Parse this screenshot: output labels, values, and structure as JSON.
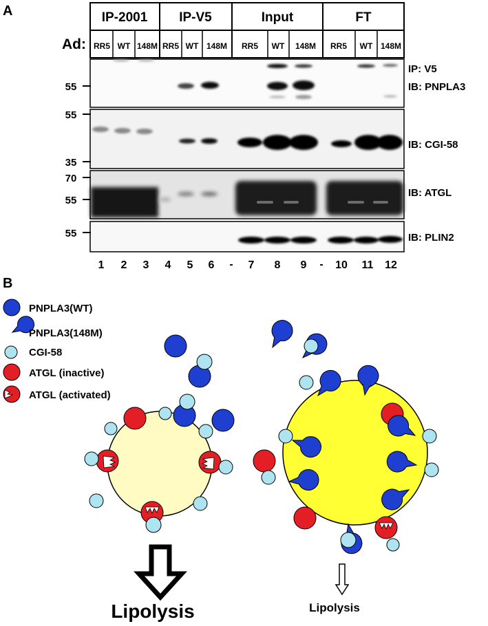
{
  "panel_a": {
    "label": "A",
    "groups": [
      "IP-2001",
      "IP-V5",
      "Input",
      "FT"
    ],
    "ad_label": "Ad:",
    "lanes": [
      "RR5",
      "WT",
      "148M",
      "RR5",
      "WT",
      "148M",
      "RR5",
      "WT",
      "148M",
      "RR5",
      "WT",
      "148M"
    ],
    "lane_numbers": [
      "1",
      "2",
      "3",
      "4",
      "5",
      "6",
      "-",
      "7",
      "8",
      "9",
      "-",
      "10",
      "11",
      "12"
    ],
    "blots": [
      {
        "right_labels": [
          "IP: V5",
          "IB: PNPLA3"
        ],
        "markers": [
          "55"
        ]
      },
      {
        "right_labels": [
          "IB: CGI-58"
        ],
        "markers": [
          "55",
          "35"
        ]
      },
      {
        "right_labels": [
          "IB: ATGL"
        ],
        "markers": [
          "70",
          "55"
        ]
      },
      {
        "right_labels": [
          "IB: PLIN2"
        ],
        "markers": [
          "55"
        ]
      }
    ]
  },
  "panel_b": {
    "label": "B",
    "legend": [
      {
        "shape": "blue-circle",
        "label": "PNPLA3(WT)"
      },
      {
        "shape": "blue-pacman",
        "label": "PNPLA3(148M)"
      },
      {
        "shape": "lightblue-circle",
        "label": "CGI-58"
      },
      {
        "shape": "red-circle",
        "label": "ATGL (inactive)"
      },
      {
        "shape": "red-pacman",
        "label": "ATGL (activated)"
      }
    ],
    "left_outcome": "Lipolysis",
    "right_outcome": "Lipolysis"
  },
  "colors": {
    "pnpla3": "#1f3fd0",
    "pnpla3_dark": "#0a1e9c",
    "cgi58": "#aee4f0",
    "atgl": "#e31e24",
    "droplet_left": "#fffbc2",
    "droplet_right": "#ffff33"
  }
}
